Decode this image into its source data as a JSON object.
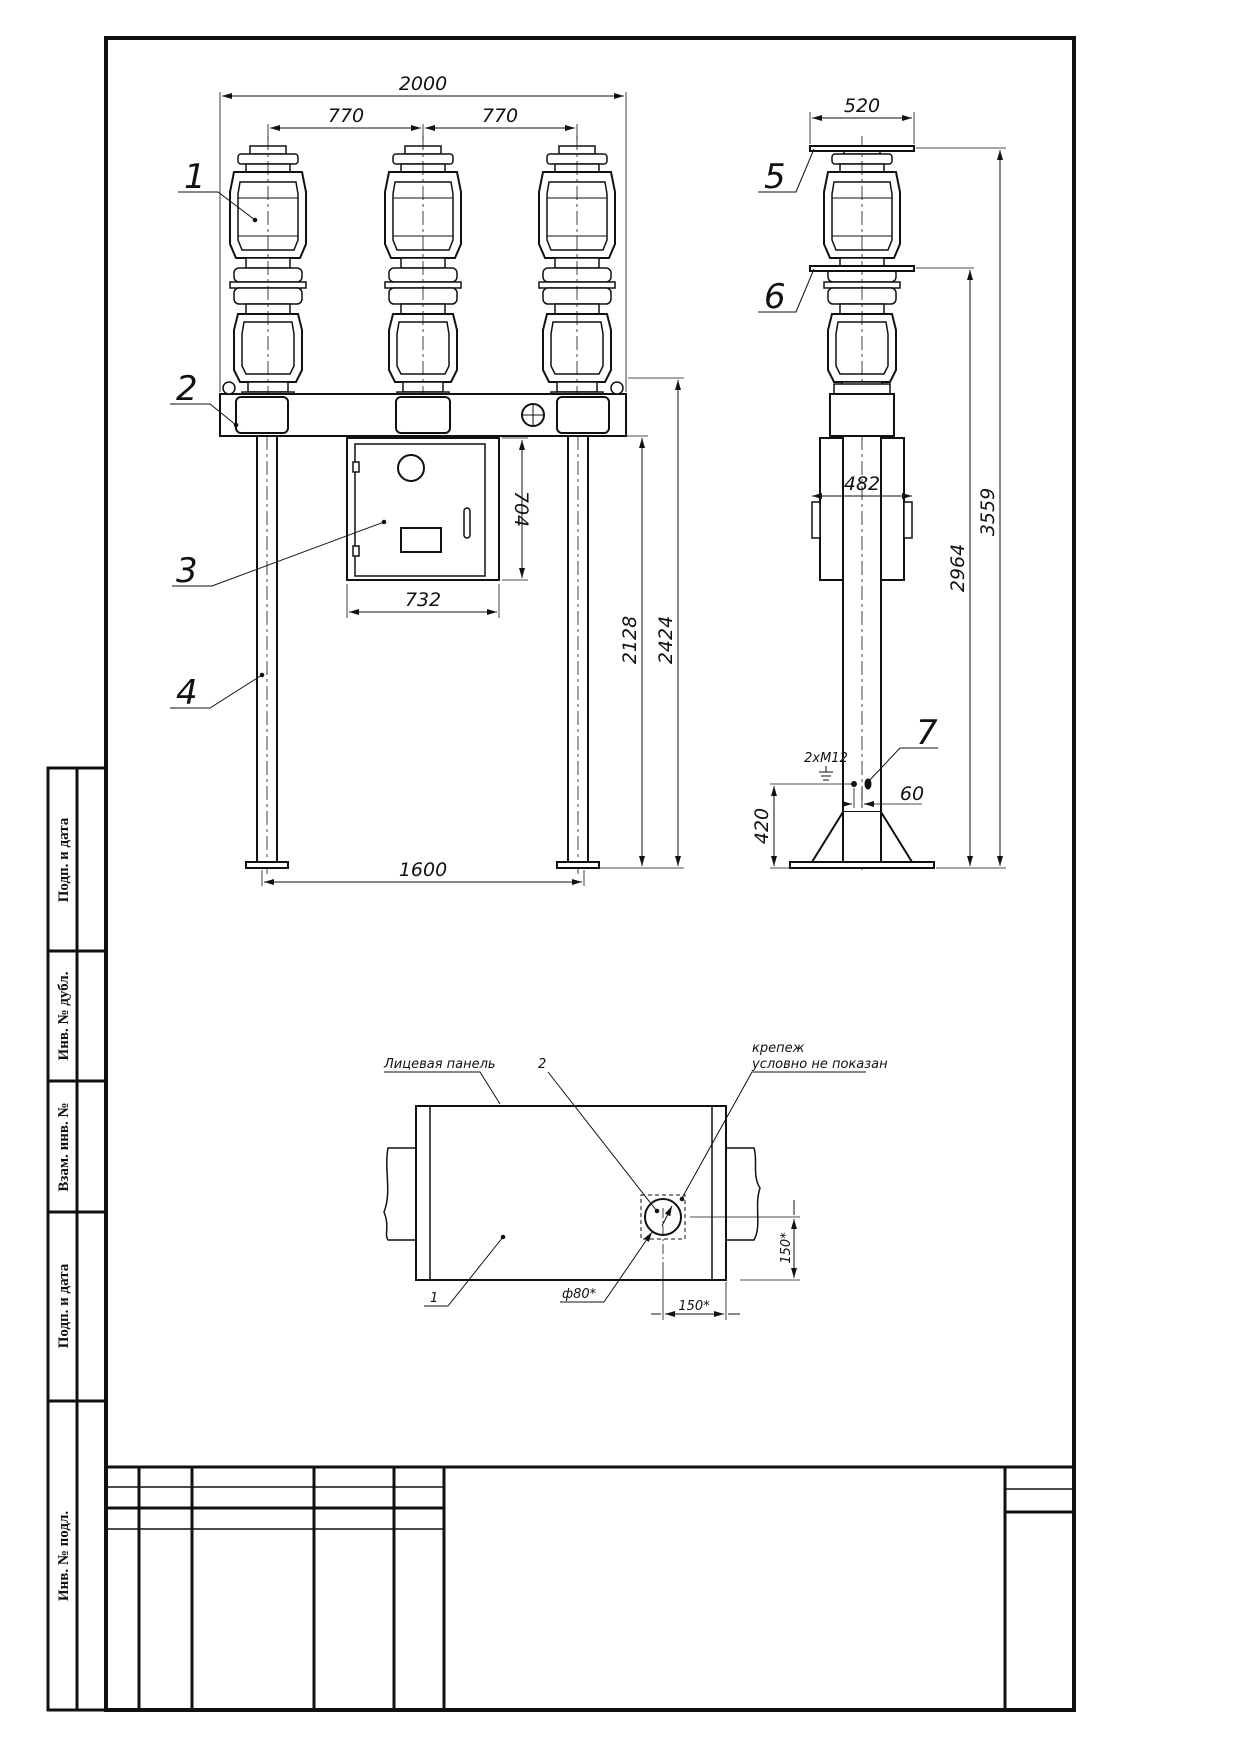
{
  "front_view": {
    "dim_overall": "2000",
    "dim_spacing_left": "770",
    "dim_spacing_right": "770",
    "dim_cabinet_width": "732",
    "dim_cabinet_height": "704",
    "dim_frame_height": "2128",
    "dim_total_height": "2424",
    "dim_leg_spacing": "1600"
  },
  "side_view": {
    "dim_top_plate": "520",
    "dim_cabinet_depth": "482",
    "dim_mid_height": "2964",
    "dim_total_height": "3559",
    "dim_ground_height": "420",
    "dim_ground_offset": "60",
    "ground_label": "2хМ12"
  },
  "positions": {
    "p1": "1",
    "p2": "2",
    "p3": "3",
    "p4": "4",
    "p5": "5",
    "p6": "6",
    "p7": "7"
  },
  "plan_view": {
    "label_front_panel": "Лицевая панель",
    "label_fastener_line1": "крепеж",
    "label_fastener_line2": "условно не показан",
    "pos_1": "1",
    "pos_2": "2",
    "dim_diameter": "ф80*",
    "dim_offset_x": "150*",
    "dim_offset_y": "150*"
  },
  "side_stamp": {
    "cell1": "Подп. и дата",
    "cell2": "Инв. № дубл.",
    "cell3": "Взам. инв. №",
    "cell4": "Подп. и дата",
    "cell5": "Инв. № подл."
  }
}
